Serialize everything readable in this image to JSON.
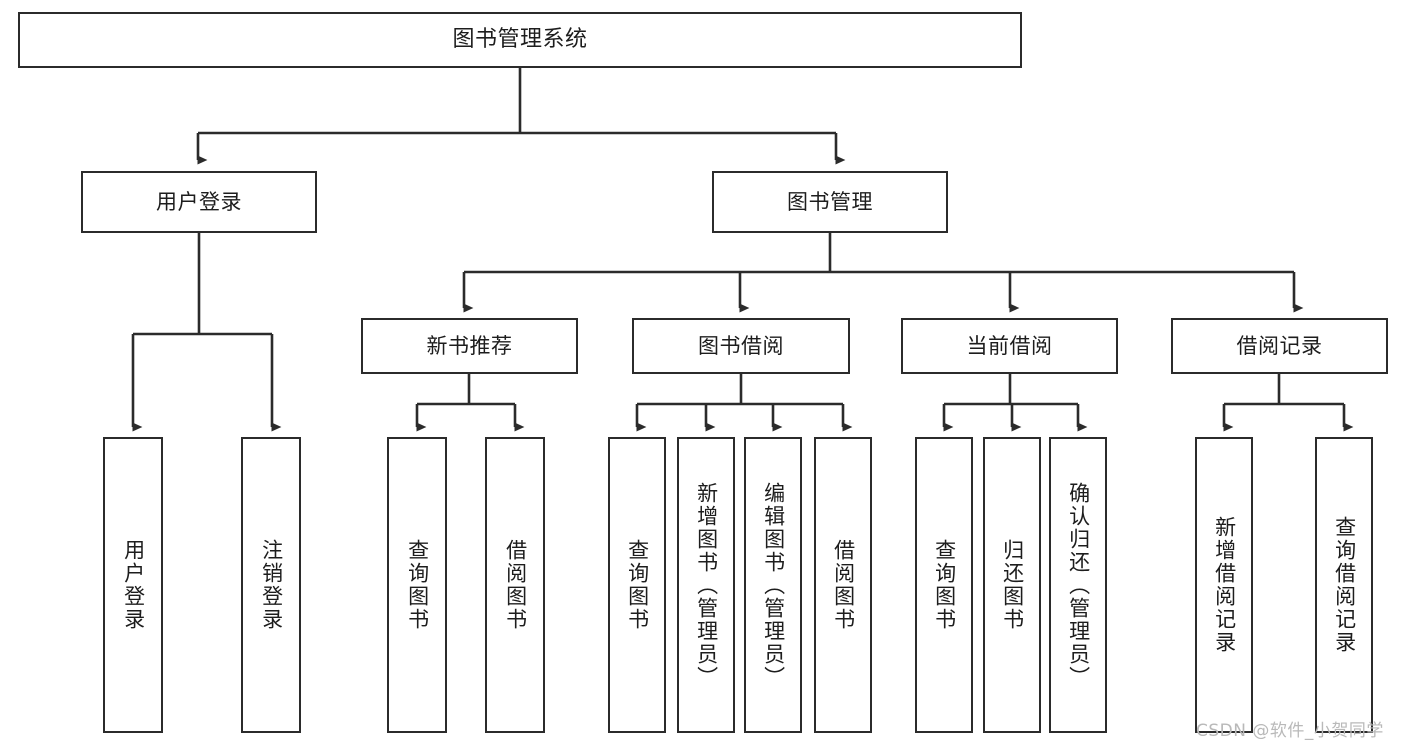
{
  "diagram": {
    "title": "图书管理系统",
    "type": "tree-hierarchy-chart",
    "line_color": "#2b2b2b",
    "box_fill": "#ffffff",
    "text_color": "#1d1d1d"
  },
  "nodes": {
    "root": {
      "label": "图书管理系统"
    },
    "level2": [
      {
        "label": "用户登录"
      },
      {
        "label": "图书管理"
      }
    ],
    "level3": [
      {
        "label": "新书推荐"
      },
      {
        "label": "图书借阅"
      },
      {
        "label": "当前借阅"
      },
      {
        "label": "借阅记录"
      }
    ],
    "leaves": {
      "user_login": [
        {
          "label": "用户登录"
        },
        {
          "label": "注销登录"
        }
      ],
      "new_book_recommend": [
        {
          "label": "查询图书"
        },
        {
          "label": "借阅图书"
        }
      ],
      "book_borrow": [
        {
          "label": "查询图书"
        },
        {
          "label": "新增图书（管理员）"
        },
        {
          "label": "编辑图书（管理员）"
        },
        {
          "label": "借阅图书"
        }
      ],
      "current_borrow": [
        {
          "label": "查询图书"
        },
        {
          "label": "归还图书"
        },
        {
          "label": "确认归还（管理员）"
        }
      ],
      "borrow_record": [
        {
          "label": "新增借阅记录"
        },
        {
          "label": "查询借阅记录"
        }
      ]
    }
  },
  "watermark": {
    "text": "CSDN @软件_小贺同学"
  }
}
